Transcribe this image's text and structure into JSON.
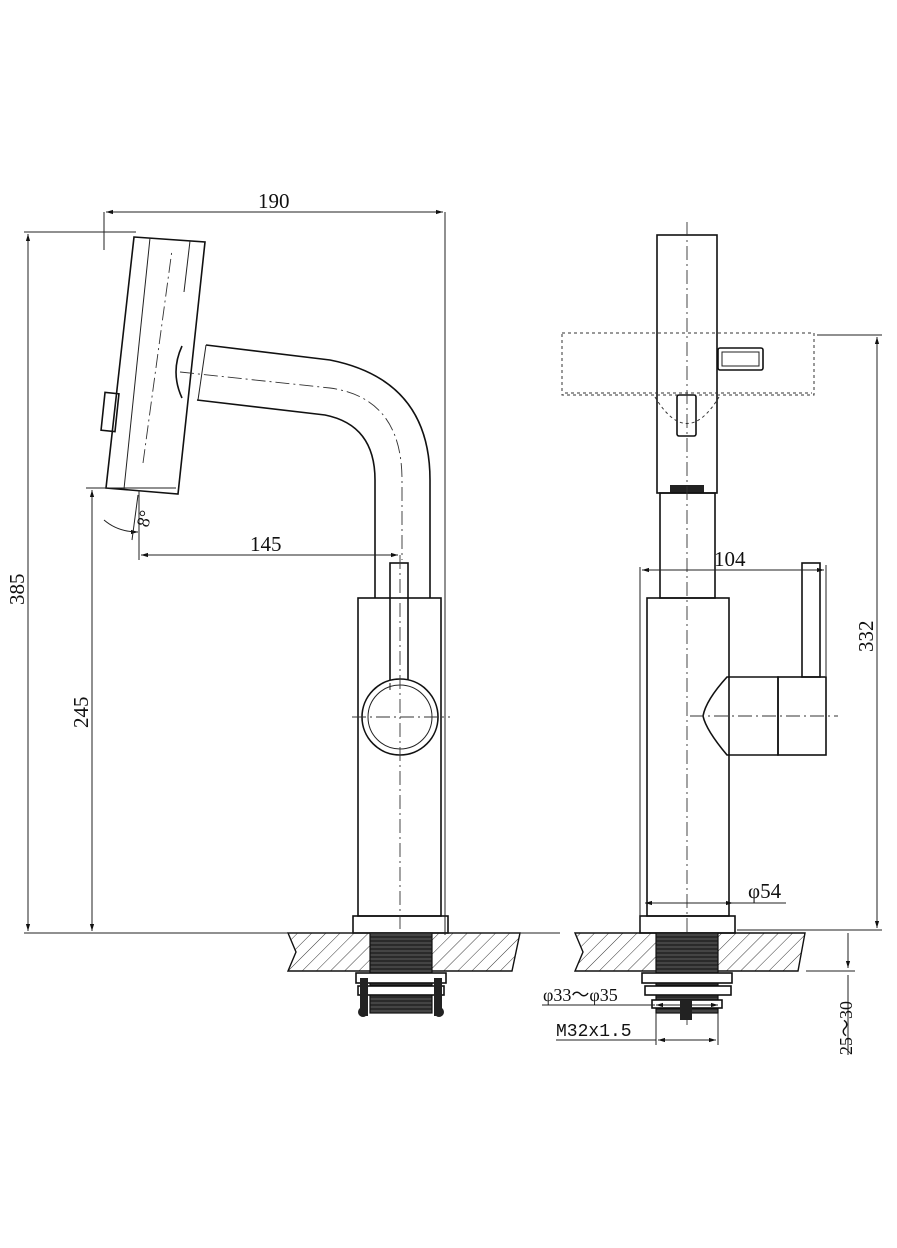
{
  "dimensions": {
    "overall_reach": "190",
    "overall_height": "385",
    "spout_reach": "145",
    "spout_height": "245",
    "tilt_angle": "8°",
    "body_width": "104",
    "side_height": "332",
    "base_diameter": "φ54",
    "hole_diameter": "φ33～φ35",
    "thread": "M32x1.5",
    "deck_thickness": "25～30"
  }
}
